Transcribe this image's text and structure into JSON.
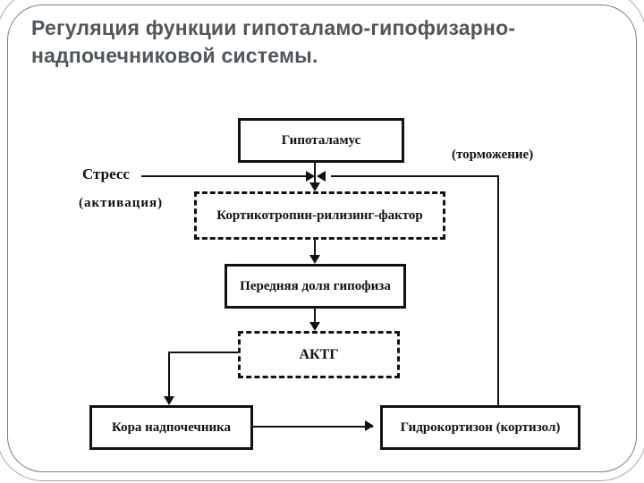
{
  "slide": {
    "title_line1": "Регуляция функции гипоталамо-гипофизарно-",
    "title_line2": "надпочечниковой системы.",
    "title_color": "#4f565c",
    "frame_color": "#7d7d7d",
    "background_color": "#ffffff"
  },
  "diagram": {
    "line_color": "#111111",
    "nodes": {
      "hypothalamus": {
        "label": "Гипоталамус",
        "border": "solid"
      },
      "crf": {
        "label": "Кортикотропин-рилизинг-фактор",
        "border": "dashed"
      },
      "pituitary": {
        "label": "Передняя доля гипофиза",
        "border": "solid"
      },
      "acth": {
        "label": "АКТГ",
        "border": "dashed"
      },
      "adrenal_cortex": {
        "label": "Кора надпочечника",
        "border": "solid"
      },
      "hydrocortisone": {
        "label": "Гидрокортизон (кортизол)",
        "border": "solid"
      }
    },
    "labels": {
      "stress": "Стресс",
      "activation": "(активация)",
      "inhibition": "(торможение)"
    },
    "edges": [
      {
        "from": "stress",
        "to": "hypothalamus-crf-junction",
        "type": "activation"
      },
      {
        "from": "hypothalamus",
        "to": "crf",
        "type": "release"
      },
      {
        "from": "crf",
        "to": "pituitary",
        "type": "release"
      },
      {
        "from": "pituitary",
        "to": "acth",
        "type": "release"
      },
      {
        "from": "acth",
        "to": "adrenal_cortex",
        "type": "release"
      },
      {
        "from": "adrenal_cortex",
        "to": "hydrocortisone",
        "type": "release"
      },
      {
        "from": "hydrocortisone",
        "to": "hypothalamus-crf-junction",
        "type": "inhibition"
      }
    ]
  }
}
